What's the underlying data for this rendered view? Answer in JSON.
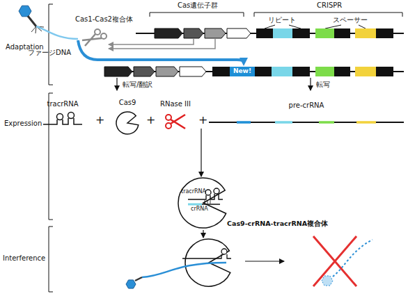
{
  "diagram": {
    "nodes": [
      {
        "text": [
          "New!"
        ]
      },
      {
        "text": [
          "tracrRNA"
        ]
      },
      {
        "text": [
          "Cas9"
        ]
      },
      {
        "text": [
          "RNase III"
        ]
      },
      {
        "text": [
          "pre-crRNA"
        ]
      },
      {
        "text": [
          "tracrRNA",
          "crRNA",
          "Cas9-crRNA-tracrRNA複合体"
        ]
      }
    ],
    "edges": [
      {
        "from": 4,
        "to": 5,
        "arrow": "to"
      }
    ],
    "labels": [
      "Adaptation",
      "Expression",
      "Interference",
      "Cas遺伝子群",
      "CRISPR",
      "リピート",
      "スペーサー",
      "Cas1-Cas2複合体",
      "ファージDNA",
      "転写/翻訳",
      "転写",
      "+",
      "+",
      "+"
    ]
  }
}
